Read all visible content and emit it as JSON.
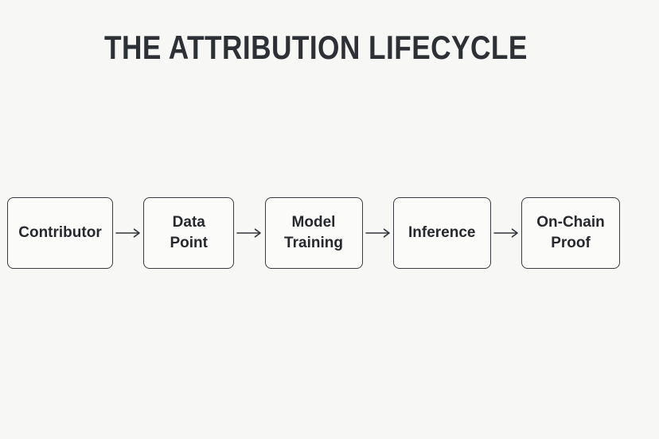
{
  "header": {
    "title": "THE ATTRIBUTION LIFECYCLE"
  },
  "flow": {
    "nodes": [
      {
        "label": "Contributor"
      },
      {
        "label": "Data\nPoint"
      },
      {
        "label": "Model\nTraining"
      },
      {
        "label": "Inference"
      },
      {
        "label": "On-Chain\nProof"
      }
    ],
    "arrow_icon": "arrow-right-icon"
  },
  "colors": {
    "background": "#f7f7f5",
    "node_fill": "#fbfbfa",
    "node_border": "#383b40",
    "node_text": "#26282d",
    "title_text": "#2d3035",
    "arrow": "#33363b"
  }
}
